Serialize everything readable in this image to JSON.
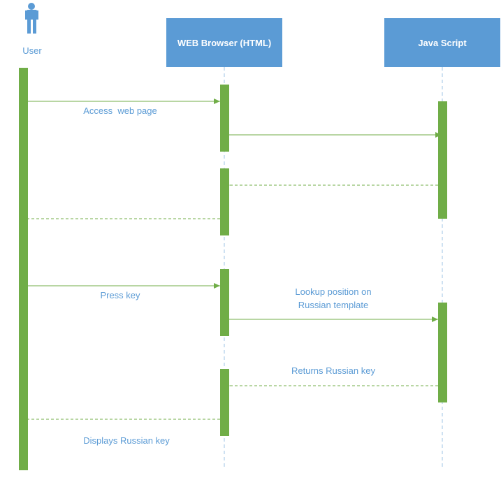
{
  "actor": {
    "label": "User",
    "icon": "person-icon"
  },
  "lifelines": [
    {
      "id": "browser",
      "label": "WEB Browser (HTML)"
    },
    {
      "id": "javascript",
      "label": "Java Script"
    }
  ],
  "messages": [
    {
      "id": "m1",
      "label": "Access  web page",
      "style": "solid"
    },
    {
      "id": "m2",
      "label": "",
      "style": "solid"
    },
    {
      "id": "m3",
      "label": "",
      "style": "dashed"
    },
    {
      "id": "m4",
      "label": "",
      "style": "dashed"
    },
    {
      "id": "m5",
      "label": "Press key",
      "style": "solid"
    },
    {
      "id": "m6",
      "label_line1": "Lookup position on",
      "label_line2": "Russian template",
      "style": "solid"
    },
    {
      "id": "m7",
      "label": "Returns Russian key",
      "style": "dashed"
    },
    {
      "id": "m8",
      "label": "Displays Russian key",
      "style": "dashed"
    }
  ],
  "colors": {
    "lifeline_box": "#5b9bd5",
    "activation": "#70ad47",
    "arrow": "#70ad47",
    "dashed_lifeline": "#9dc3e6",
    "text": "#5b9bd5"
  }
}
